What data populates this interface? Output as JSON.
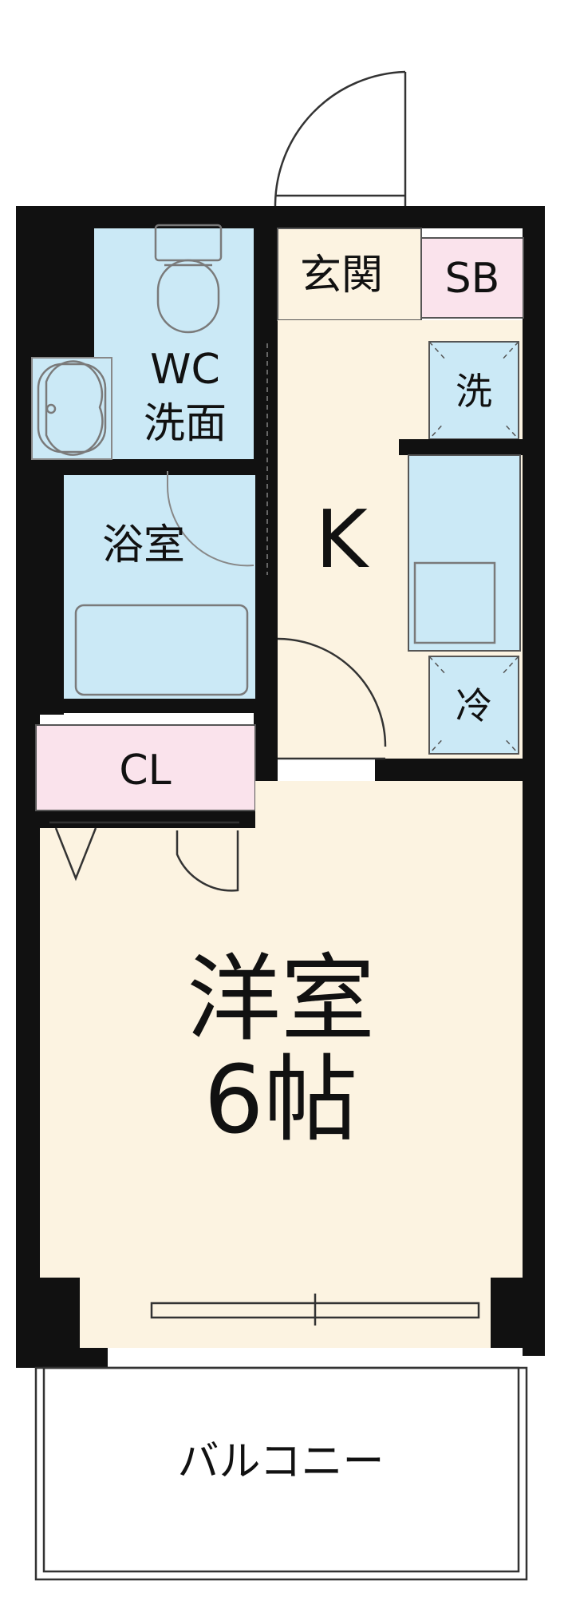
{
  "plan": {
    "rooms": {
      "entrance": "玄関",
      "shoe_box": "SB",
      "wc": "WC",
      "washroom": "洗面",
      "washer": "洗",
      "kitchen": "K",
      "bath": "浴室",
      "fridge": "冷",
      "closet": "CL",
      "western_room": "洋室",
      "western_room_size": "6帖",
      "balcony": "バルコニー"
    },
    "colors": {
      "wall": "#111111",
      "wet_area": "#cbe9f6",
      "floor": "#fcf3e1",
      "storage": "#fae3ec",
      "fixture_stroke": "#7a7a7a"
    }
  }
}
